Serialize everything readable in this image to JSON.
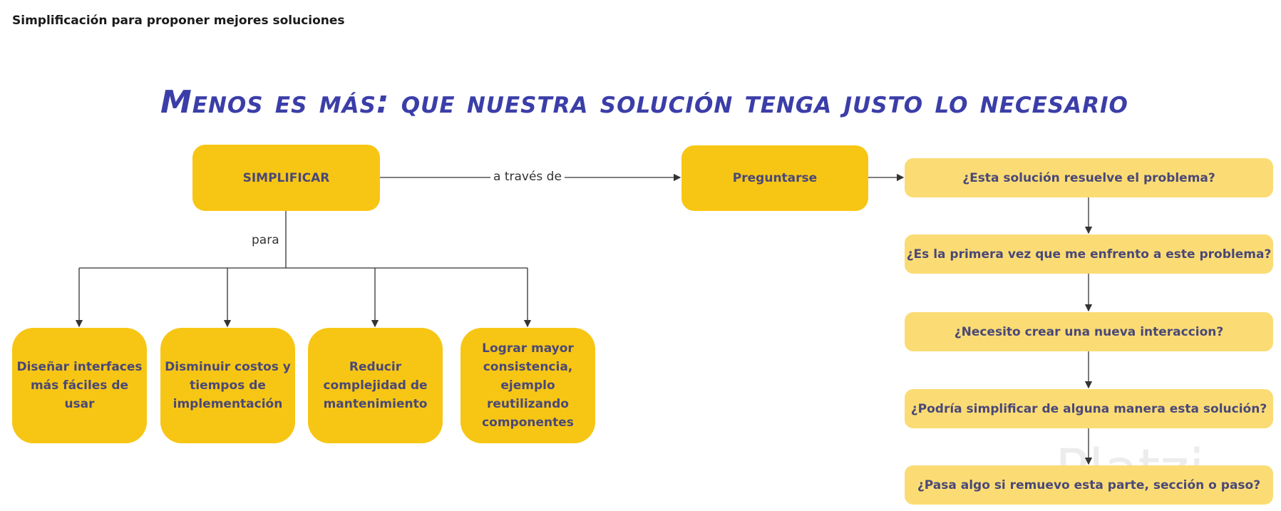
{
  "header": {
    "title": "Simplificación para proponer mejores soluciones"
  },
  "diagram": {
    "title": "Menos es más: que nuestra solución tenga justo lo necesario",
    "main_node": "SIMPLIFICAR",
    "through_node": "Preguntarse",
    "edge_through": "a través de",
    "edge_for": "para",
    "goals": [
      "Diseñar interfaces más fáciles de usar",
      "Disminuir costos y tiempos de implementación",
      "Reducir complejidad de mantenimiento",
      "Lograr mayor consistencia, ejemplo reutilizando componentes"
    ],
    "questions": [
      "¿Esta solución resuelve el problema?",
      "¿Es la primera vez que me enfrento a este problema?",
      "¿Necesito crear una nueva interaccion?",
      "¿Podría simplificar de alguna manera esta solución?",
      "¿Pasa algo si remuevo esta parte, sección o paso?"
    ]
  },
  "watermark": "Platzi",
  "colors": {
    "node": "#f7c614",
    "question": "#fbdc74",
    "text": "#4a4878",
    "title": "#3b3ea8"
  }
}
